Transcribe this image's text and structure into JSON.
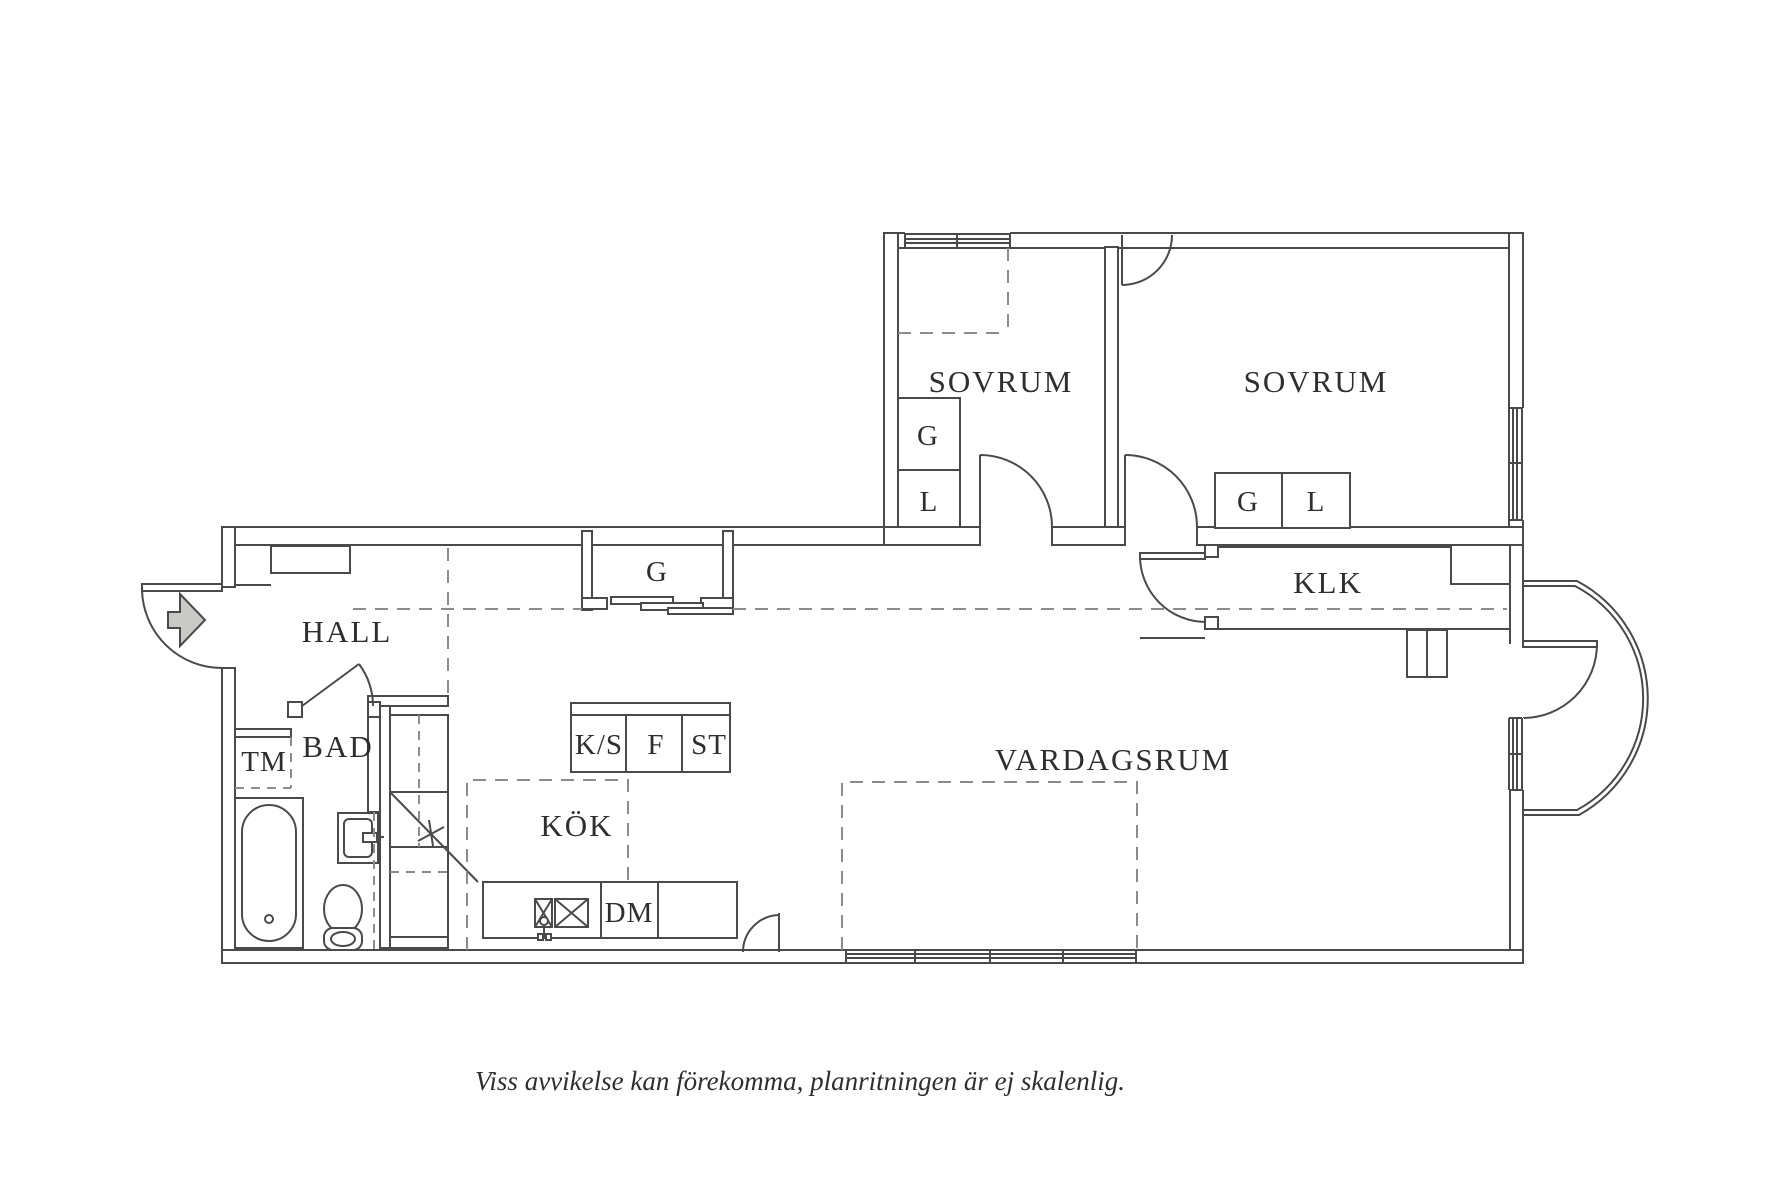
{
  "plan": {
    "rooms": {
      "sovrum1": "SOVRUM",
      "sovrum2": "SOVRUM",
      "hall": "HALL",
      "bad": "BAD",
      "kok": "KÖK",
      "vardagsrum": "VARDAGSRUM",
      "klk": "KLK"
    },
    "fixtures": {
      "g_sovrum1": "G",
      "l_sovrum1": "L",
      "g_hall": "G",
      "g_sovrum2": "G",
      "l_sovrum2": "L",
      "ks": "K/S",
      "f": "F",
      "st": "ST",
      "tm": "TM",
      "dm": "DM"
    },
    "colors": {
      "line": "#4a4a4a",
      "dash": "#8c8c8c",
      "label": "#2e2e2e",
      "arrow_fill": "#c9c9c5",
      "background": "#ffffff"
    }
  },
  "footer": {
    "disclaimer": "Viss avvikelse kan förekomma, planritningen är ej skalenlig."
  }
}
